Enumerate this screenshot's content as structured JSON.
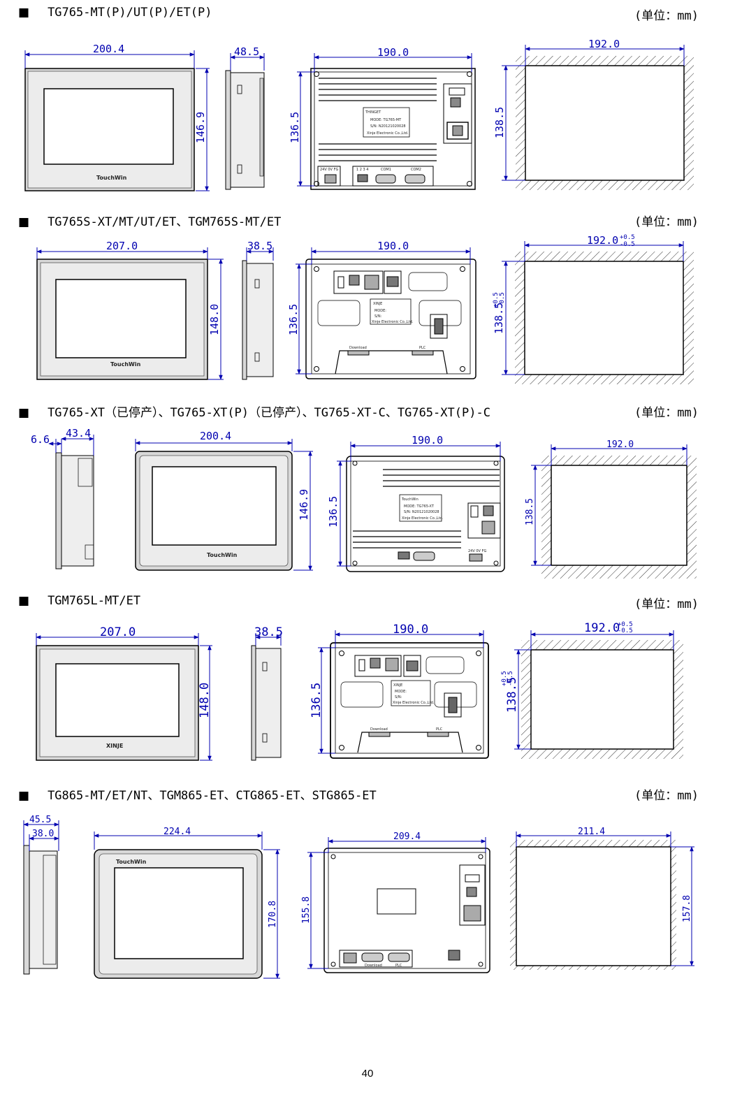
{
  "sections": [
    {
      "title": "TG765-MT(P)/UT(P)/ET(P)",
      "unit": "(单位：mm)",
      "dims": {
        "front_w": "200.4",
        "front_h": "146.9",
        "side_d": "48.5",
        "back_w": "190.0",
        "back_h": "136.5",
        "cut_w": "192.0",
        "cut_h": "138.5"
      },
      "labels": {
        "brand": "TouchWin",
        "label_title": "THINGET",
        "model": "MODE: TG765-MT",
        "sn": "S/N: N20121020028",
        "maker": "Xinje Electronic Co.,Ltd.",
        "power": "24V 0V FG",
        "com1": "COM1",
        "com2": "COM2",
        "dip": "1 2 3 4"
      }
    },
    {
      "title": "TG765S-XT/MT/UT/ET、TGM765S-MT/ET",
      "unit": "(单位：mm)",
      "dims": {
        "front_w": "207.0",
        "front_h": "148.0",
        "side_d": "38.5",
        "back_w": "190.0",
        "back_h": "136.5",
        "cut_w": "192.0",
        "cut_h": "138.5",
        "tol_plus": "+0.5",
        "tol_minus": "-0.5"
      },
      "labels": {
        "brand": "TouchWin",
        "label_title": "XINJE",
        "model": "MODE:",
        "sn": "S/N:",
        "maker": "Xinje Electronic Co.,Ltd.",
        "download": "Download",
        "plc": "PLC"
      }
    },
    {
      "title": "TG765-XT（已停产）、TG765-XT(P)（已停产）、TG765-XT-C、TG765-XT(P)-C",
      "unit": "(单位：mm)",
      "dims": {
        "bezel_d": "6.6",
        "side_d": "43.4",
        "front_w": "200.4",
        "front_h": "146.9",
        "back_w": "190.0",
        "back_h": "136.5",
        "cut_w": "192.0",
        "cut_h": "138.5"
      },
      "labels": {
        "brand": "TouchWin",
        "label_title": "TouchWin",
        "model": "MODE: TG765-XT",
        "sn": "S/N: N20121020028",
        "maker": "Xinje Electronic Co.,Ltd.",
        "power": "24V 0V FG"
      }
    },
    {
      "title": "TGM765L-MT/ET",
      "unit": "(单位：mm)",
      "dims": {
        "front_w": "207.0",
        "front_h": "148.0",
        "side_d": "38.5",
        "back_w": "190.0",
        "back_h": "136.5",
        "cut_w": "192.0",
        "cut_h": "138.5",
        "tol_plus": "+0.5",
        "tol_minus": "-0.5"
      },
      "labels": {
        "brand": "XINJE",
        "label_title": "XINJE",
        "model": "MODE:",
        "sn": "S/N:",
        "maker": "Xinje Electronic Co.,Ltd.",
        "download": "Download",
        "plc": "PLC"
      }
    },
    {
      "title": "TG865-MT/ET/NT、TGM865-ET、CTG865-ET、STG865-ET",
      "unit": "(单位：mm)",
      "dims": {
        "side_total": "45.5",
        "side_d": "38.0",
        "front_w": "224.4",
        "front_h": "170.8",
        "back_w": "209.4",
        "back_h": "155.8",
        "cut_w": "211.4",
        "cut_h": "157.8"
      },
      "labels": {
        "brand": "TouchWin",
        "com1": "Download",
        "com2": "PLC"
      }
    }
  ],
  "page_number": "40",
  "colors": {
    "dimension": "#0000b0",
    "outline": "#000000",
    "panel_fill": "#d8d8d8",
    "hatch": "#333333"
  }
}
